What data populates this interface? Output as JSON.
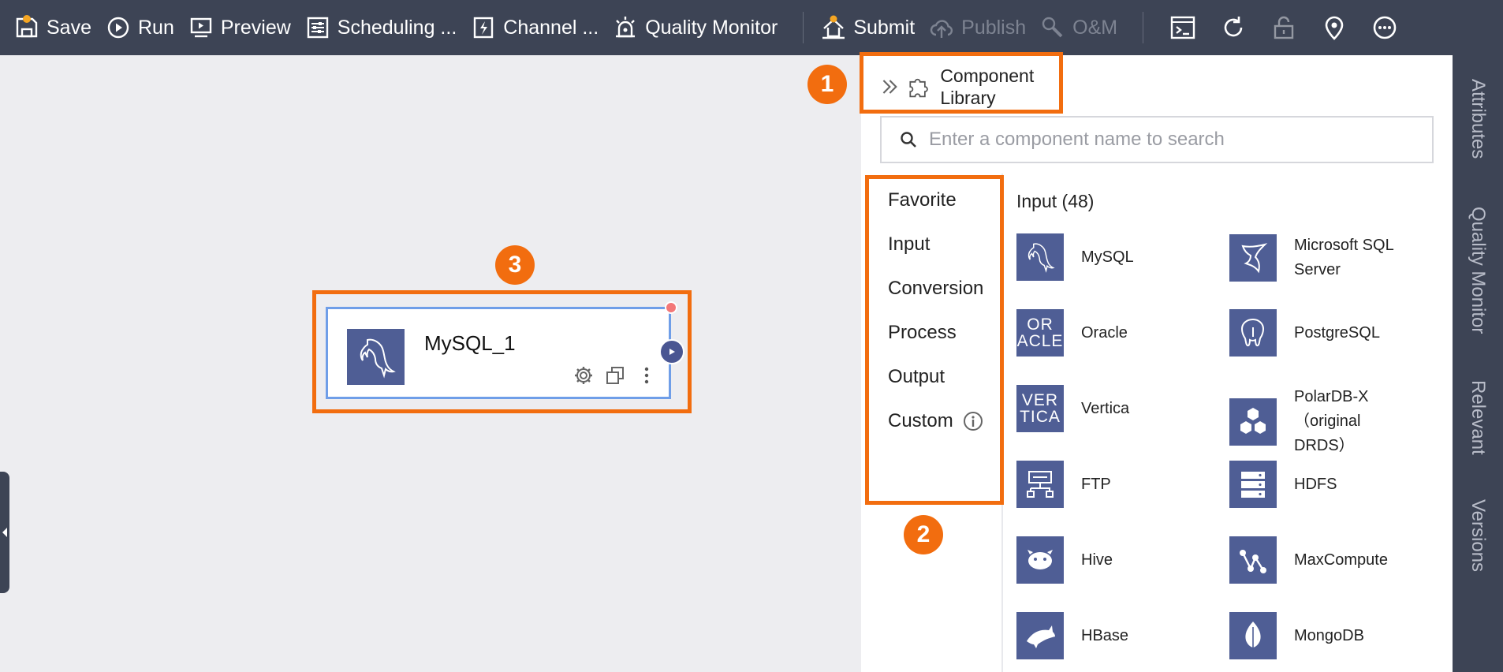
{
  "toolbar": {
    "save": "Save",
    "run": "Run",
    "preview": "Preview",
    "scheduling": "Scheduling ...",
    "channel": "Channel ...",
    "quality_monitor": "Quality Monitor",
    "submit": "Submit",
    "publish": "Publish",
    "om": "O&M"
  },
  "badges": {
    "one": "1",
    "two": "2",
    "three": "3"
  },
  "node": {
    "title": "MySQL_1"
  },
  "panel": {
    "title": "Component Library",
    "search_placeholder": "Enter a component name to search",
    "categories": [
      "Favorite",
      "Input",
      "Conversion",
      "Process",
      "Output",
      "Custom"
    ],
    "group_title": "Input (48)",
    "components": [
      {
        "label": "MySQL",
        "icon": "dolphin-icon"
      },
      {
        "label": "Microsoft SQL Server",
        "icon": "sqlserver-icon"
      },
      {
        "label": "Oracle",
        "icon": "oracle-icon",
        "logo_text": [
          "OR",
          "ACLE"
        ]
      },
      {
        "label": "PostgreSQL",
        "icon": "elephant-icon"
      },
      {
        "label": "Vertica",
        "icon": "vertica-icon",
        "logo_text": [
          "VER",
          "TICA"
        ]
      },
      {
        "label": "PolarDB-X（original DRDS）",
        "icon": "hexagons-icon"
      },
      {
        "label": "FTP",
        "icon": "ftp-icon"
      },
      {
        "label": "HDFS",
        "icon": "server-stack-icon"
      },
      {
        "label": "Hive",
        "icon": "hive-icon"
      },
      {
        "label": "MaxCompute",
        "icon": "network-icon"
      },
      {
        "label": "HBase",
        "icon": "orca-icon"
      },
      {
        "label": "MongoDB",
        "icon": "leaf-icon"
      }
    ]
  },
  "side_tabs": [
    "Attributes",
    "Quality Monitor",
    "Relevant",
    "Versions"
  ],
  "colors": {
    "toolbar_bg": "#3d4455",
    "highlight": "#f26d0f",
    "component_icon_bg": "#4f5e95",
    "node_border": "#6f9ee8"
  }
}
